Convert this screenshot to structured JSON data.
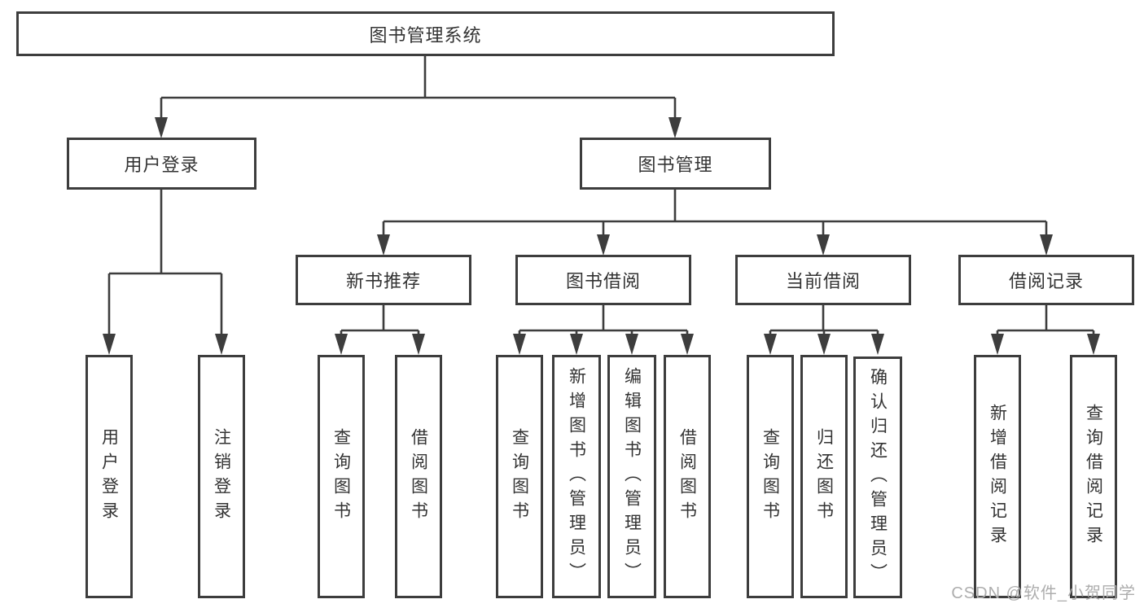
{
  "diagram": {
    "root": {
      "label": "图书管理系统"
    },
    "level2": {
      "user_login": {
        "label": "用户登录"
      },
      "book_management": {
        "label": "图书管理"
      }
    },
    "level3": {
      "new_book_recommend": {
        "label": "新书推荐"
      },
      "book_borrow": {
        "label": "图书借阅"
      },
      "current_borrow": {
        "label": "当前借阅"
      },
      "borrow_records": {
        "label": "借阅记录"
      }
    },
    "leaves": {
      "user_login": "用户登录",
      "logout": "注销登录",
      "nbr_query_books": "查询图书",
      "nbr_borrow_books": "借阅图书",
      "bb_query_books": "查询图书",
      "bb_add_books": "新增图书（管理员）",
      "bb_edit_books": "编辑图书（管理员）",
      "bb_borrow_books": "借阅图书",
      "cb_query_books": "查询图书",
      "cb_return_books": "归还图书",
      "cb_confirm_return": "确认归还（管理员）",
      "br_add_record": "新增借阅记录",
      "br_query_record": "查询借阅记录"
    },
    "watermark": "CSDN @软件_小贺同学",
    "colors": {
      "line": "#3d3d3d",
      "text": "#333333",
      "watermark": "#adadad",
      "background": "#ffffff"
    }
  }
}
